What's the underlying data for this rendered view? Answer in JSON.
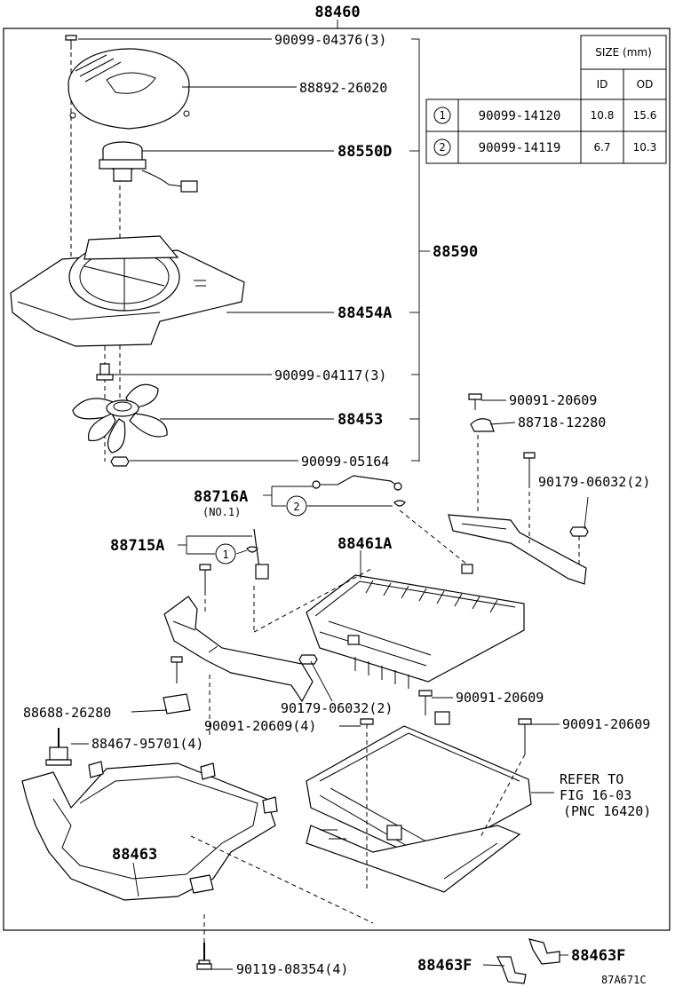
{
  "top_part": "88460",
  "parts": {
    "screw_top": "90099-04376(3)",
    "cover": "88892-26020",
    "motor": "88550D",
    "assembly": "88590",
    "shroud": "88454A",
    "screw_mid": "90099-04117(3)",
    "fan": "88453",
    "nut_fan": "90099-05164",
    "bolt_br1": "90091-20609",
    "clamp": "88718-12280",
    "bolt_br2": "90179-06032(2)",
    "pipe_a": "88716A",
    "pipe_a_note": "(NO.1)",
    "pipe_b": "88715A",
    "condenser": "88461A",
    "bolt_cond1": "90091-20609",
    "bolt_cond2": "90179-06032(2)",
    "bolt_cond3": "90091-20609(4)",
    "bolt_cond4": "90091-20609",
    "bracket_left": "88688-26280",
    "stud": "88467-95701(4)",
    "frame": "88463",
    "bolt_bottom": "90119-08354(4)",
    "bracket_f1": "88463F",
    "bracket_f2": "88463F"
  },
  "callouts": {
    "c1": "1",
    "c2": "2"
  },
  "refer": {
    "line1": "REFER TO",
    "line2": "FIG 16-03",
    "line3": "(PNC 16420)"
  },
  "size_table": {
    "header": "SIZE (mm)",
    "col_id": "ID",
    "col_od": "OD",
    "rows": [
      {
        "mark": "1",
        "part": "90099-14120",
        "id": "10.8",
        "od": "15.6"
      },
      {
        "mark": "2",
        "part": "90099-14119",
        "id": "6.7",
        "od": "10.3"
      }
    ]
  },
  "diagram_code": "87A671C"
}
